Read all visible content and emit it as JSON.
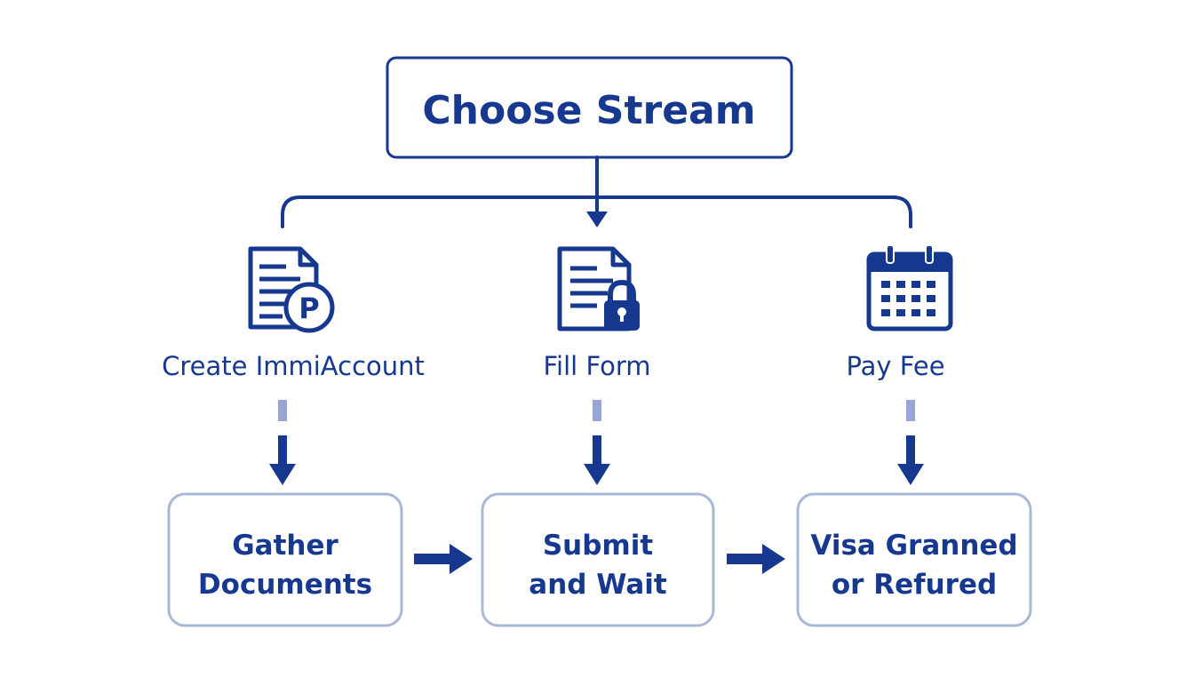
{
  "colors": {
    "primary": "#16398f",
    "dashed_connector": "#97a6d4",
    "box_border_light": "#aab8d8",
    "background": "#ffffff"
  },
  "top_node": {
    "label": "Choose Stream"
  },
  "steps": [
    {
      "label": "Create ImmiAccount",
      "icon": "document-p-badge-icon"
    },
    {
      "label": "Fill Form",
      "icon": "document-lock-icon"
    },
    {
      "label": "Pay Fee",
      "icon": "calendar-icon"
    }
  ],
  "outcomes": [
    {
      "line1": "Gather",
      "line2": "Documents"
    },
    {
      "line1": "Submit",
      "line2": "and Wait"
    },
    {
      "line1": "Visa Granned",
      "line2": "or Refured"
    }
  ],
  "icon_badge_letter": "P"
}
